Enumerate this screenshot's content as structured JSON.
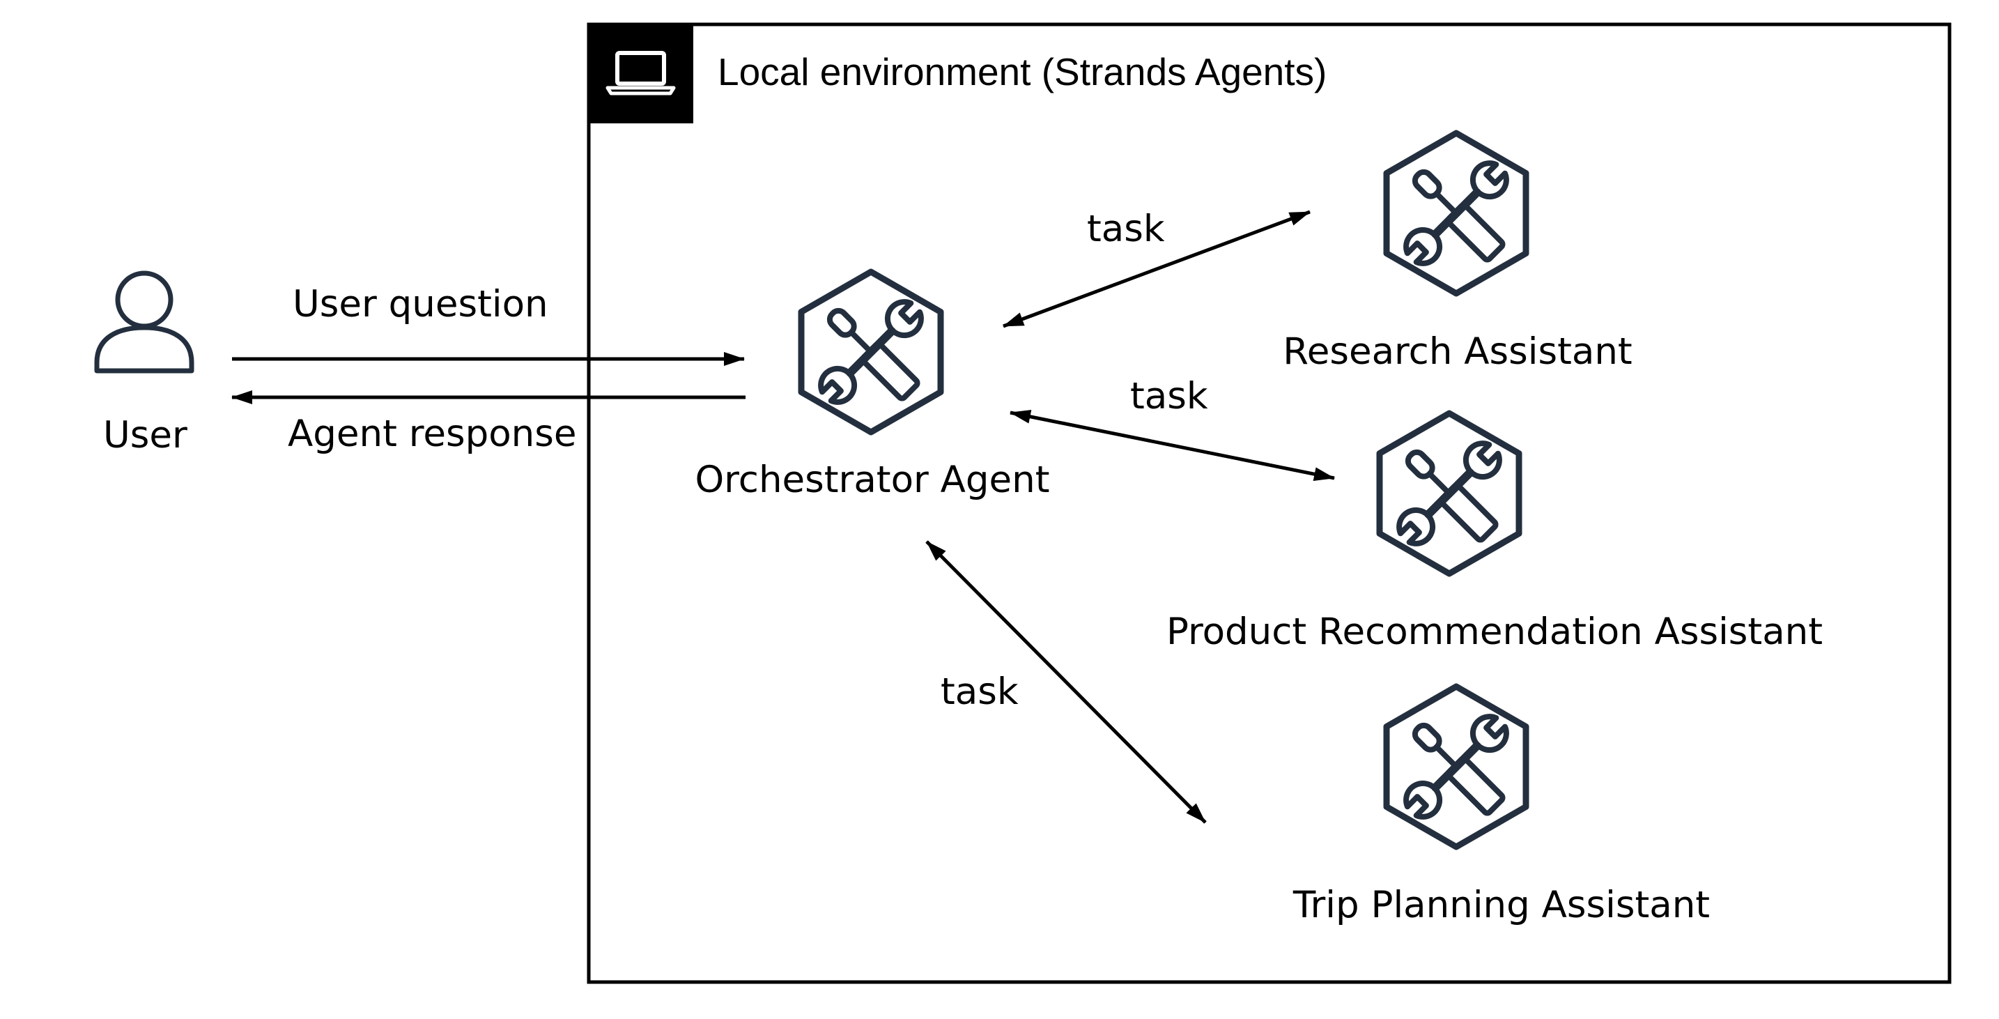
{
  "diagram": {
    "container_label": "Local environment (Strands Agents)",
    "container_icon": "laptop-icon",
    "user": {
      "label": "User",
      "icon": "user-icon"
    },
    "edges": {
      "user_question": "User question",
      "agent_response": "Agent response",
      "task_research": "task",
      "task_product": "task",
      "task_trip": "task"
    },
    "nodes": {
      "orchestrator": {
        "label": "Orchestrator Agent",
        "icon": "tools-hexagon-icon"
      },
      "research": {
        "label": "Research Assistant",
        "icon": "tools-hexagon-icon"
      },
      "product": {
        "label": "Product Recommendation Assistant",
        "icon": "tools-hexagon-icon"
      },
      "trip": {
        "label": "Trip Planning Assistant",
        "icon": "tools-hexagon-icon"
      }
    },
    "colors": {
      "icon_stroke": "#232F3E",
      "line": "#000000",
      "badge": "#000000",
      "background": "#FFFFFF"
    }
  }
}
